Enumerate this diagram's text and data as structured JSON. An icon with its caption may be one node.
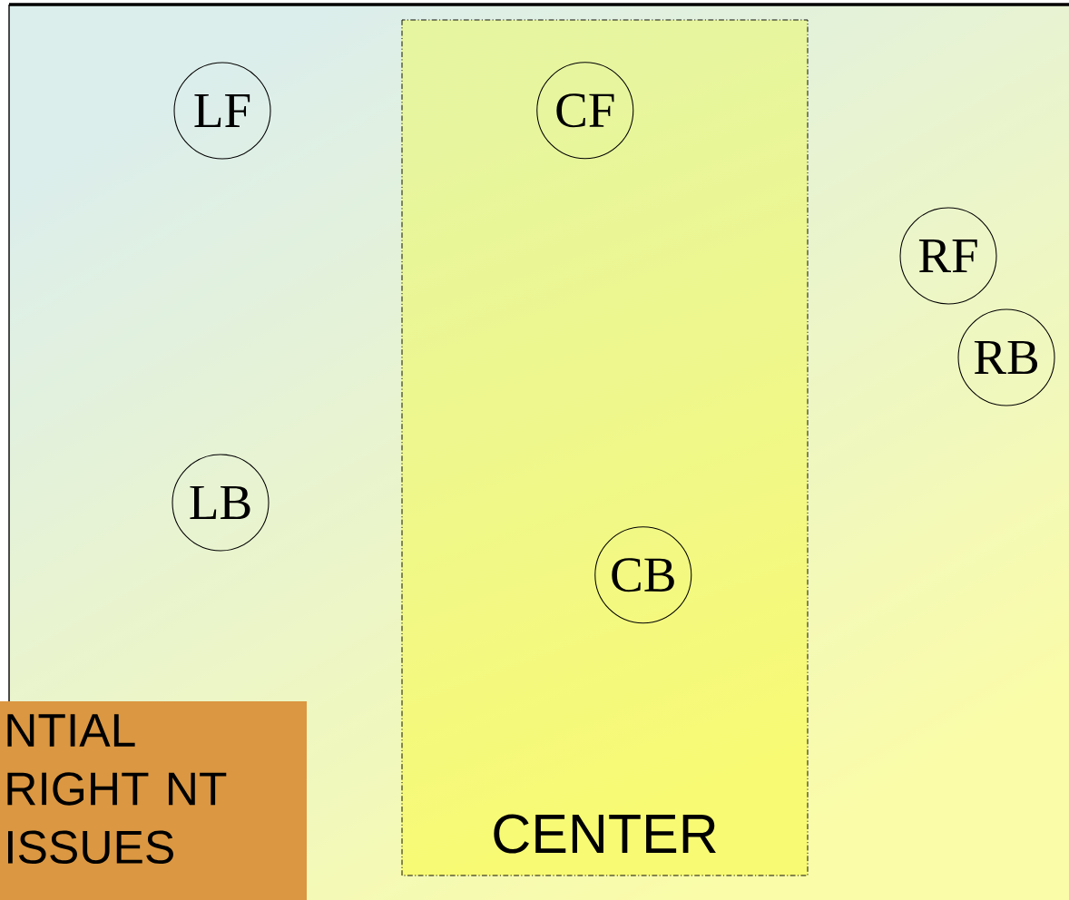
{
  "diagram": {
    "nodes": [
      {
        "text": [
          "CENTER"
        ]
      },
      {
        "text": [
          "LF"
        ]
      },
      {
        "text": [
          "CF"
        ],
        "in": 0
      },
      {
        "text": [
          "RF"
        ]
      },
      {
        "text": [
          "RB"
        ]
      },
      {
        "text": [
          "LB"
        ]
      },
      {
        "text": [
          "CB"
        ],
        "in": 0
      },
      {
        "text": [
          "NTIAL RIGHT NT ISSUES"
        ]
      }
    ]
  }
}
